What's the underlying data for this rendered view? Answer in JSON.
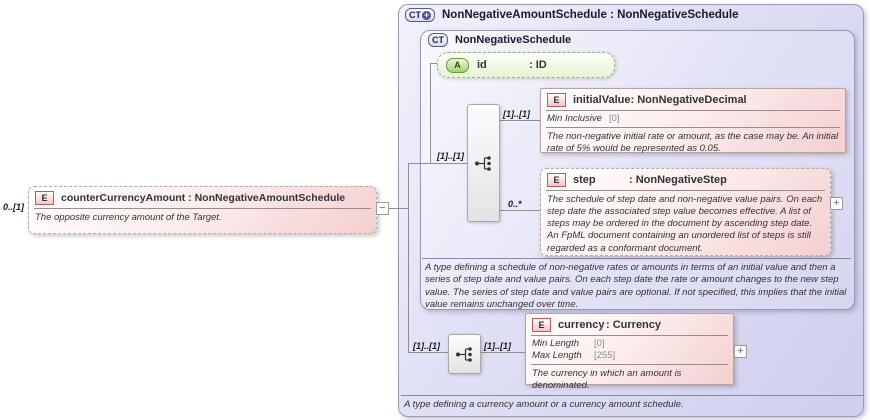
{
  "icons": {
    "collapse": "−",
    "expand": "+",
    "plus_circle": "+"
  },
  "colors": {
    "element_accent": "#c25a5a",
    "attribute_accent": "#6a9a4a",
    "container_fill": "#dedef4"
  },
  "source_element": {
    "cardinality": "0..[1]",
    "badge": "E",
    "title": "counterCurrencyAmount : NonNegativeAmountSchedule",
    "annotation": "The opposite currency amount of the Target."
  },
  "schedule_type": {
    "badge_letters": "CT",
    "title": "NonNegativeAmountSchedule : NonNegativeSchedule",
    "annotation": "A type defining a currency amount or a currency amount schedule.",
    "content_cardinality": "[1]..[1]",
    "currency_group_in_cardinality": "[1]..[1]",
    "currency_group_out_cardinality": "[1]..[1]"
  },
  "base_type": {
    "badge_letters": "CT",
    "title": "NonNegativeSchedule",
    "annotation": "A type defining a schedule of non-negative rates or amounts in terms of an initial value and then a series of step date and value pairs. On each step date the rate or amount changes to the new step value. The series of step date and value pairs are optional. If not specified, this implies that the initial value remains unchanged over time."
  },
  "attribute_id": {
    "badge": "A",
    "name": "id",
    "type": ": ID"
  },
  "element_initial_value": {
    "badge": "E",
    "name": "initialValue",
    "type": ": NonNegativeDecimal",
    "cardinality": "[1]..[1]",
    "facets": [
      {
        "name": "Min Inclusive",
        "value": "[0]"
      }
    ],
    "annotation": "The non-negative initial rate or amount, as the case may be. An initial rate of 5% would be represented as 0.05."
  },
  "element_step": {
    "badge": "E",
    "name": "step",
    "type": ": NonNegativeStep",
    "cardinality": "0..*",
    "annotation": "The schedule of step date and non-negative value pairs. On each step date the associated step value becomes effective. A list of steps may be ordered in the document by ascending step date. An FpML document containing an unordered list of steps is still regarded as a conformant document."
  },
  "element_currency": {
    "badge": "E",
    "name": "currency",
    "type": ": Currency",
    "cardinality": "[1]..[1]",
    "facets": [
      {
        "name": "Min Length",
        "value": "[0]"
      },
      {
        "name": "Max Length",
        "value": "[255]"
      }
    ],
    "annotation": "The currency in which an amount is denominated."
  }
}
